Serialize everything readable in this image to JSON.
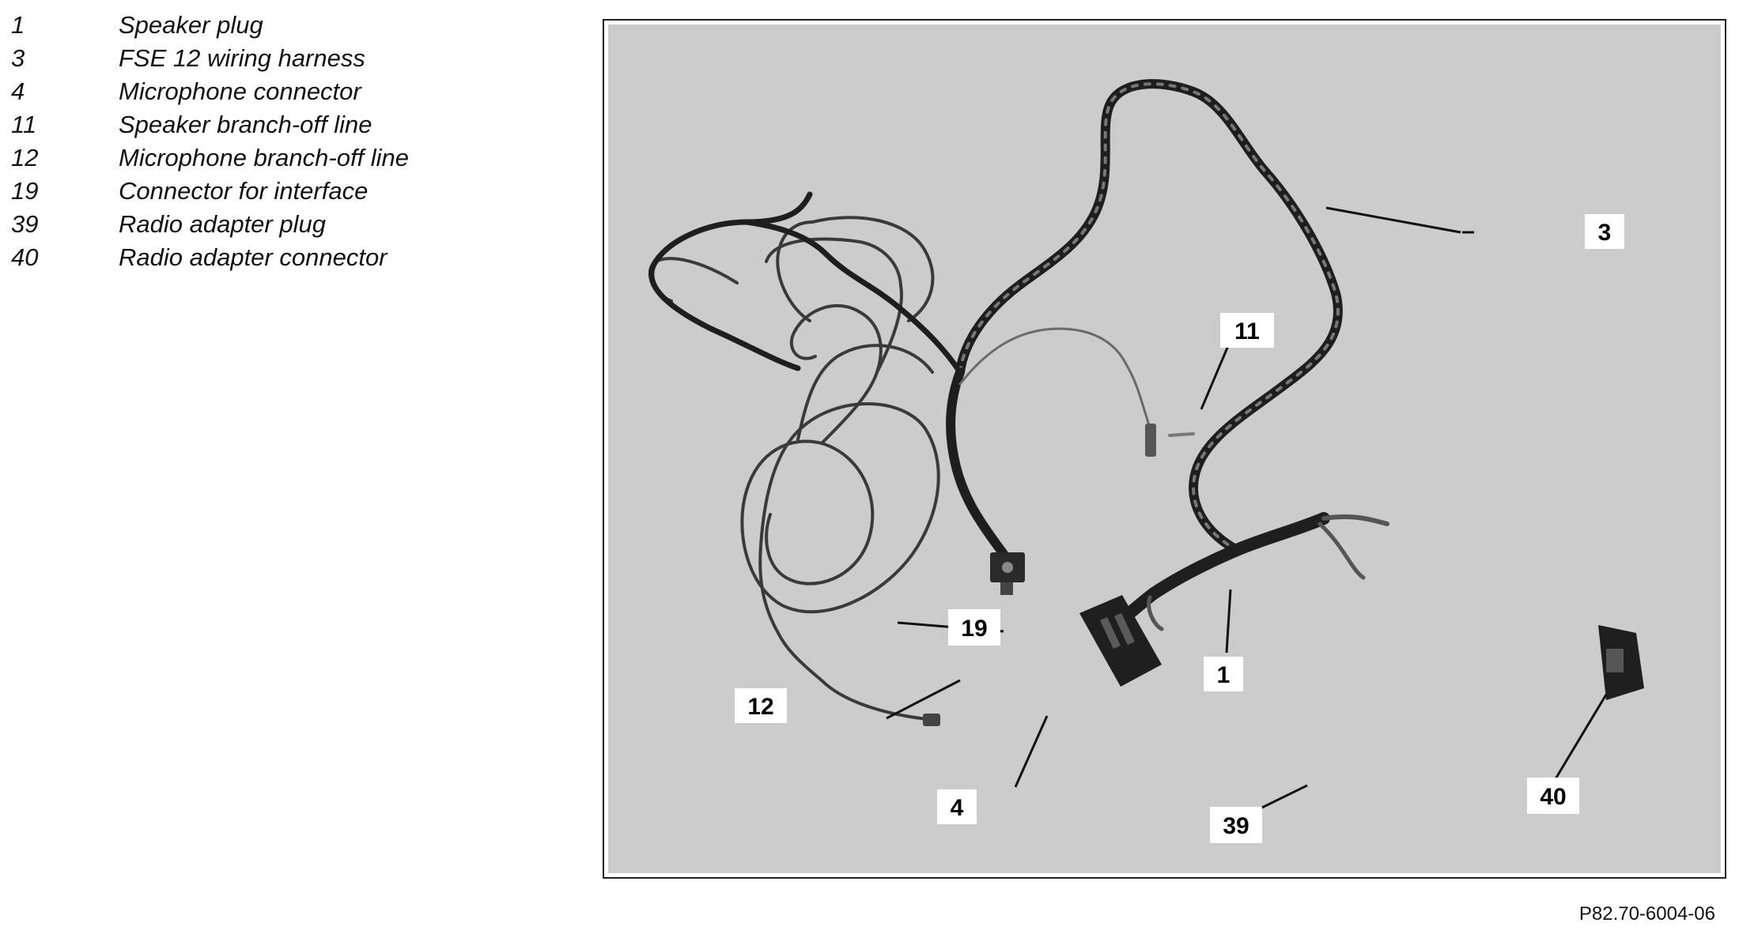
{
  "legend": [
    {
      "num": "1",
      "text": "Speaker plug"
    },
    {
      "num": "3",
      "text": "FSE 12 wiring harness"
    },
    {
      "num": "4",
      "text": "Microphone connector"
    },
    {
      "num": "11",
      "text": "Speaker branch-off line"
    },
    {
      "num": "12",
      "text": "Microphone branch-off line"
    },
    {
      "num": "19",
      "text": "Connector for interface"
    },
    {
      "num": "39",
      "text": "Radio adapter plug"
    },
    {
      "num": "40",
      "text": "Radio adapter connector"
    }
  ],
  "callouts": [
    "3",
    "11",
    "19",
    "1",
    "12",
    "4",
    "39",
    "40"
  ],
  "reference_code": "P82.70-6004-06",
  "colors": {
    "photo_background": "#cccccc",
    "harness": "#1e1e1e",
    "thin_cable": "#3a3a3a",
    "callout_box": "#ffffff"
  }
}
